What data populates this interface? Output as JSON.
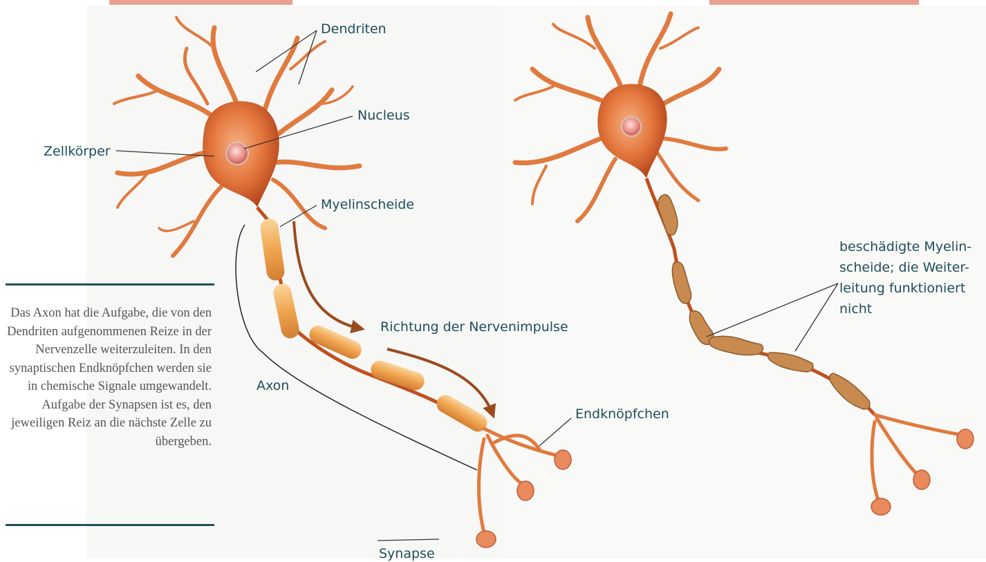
{
  "labels": {
    "dendriten": "Dendriten",
    "nucleus": "Nucleus",
    "zellkoerper": "Zellkörper",
    "myelinscheide": "Myelinscheide",
    "richtung": "Richtung der Nervenimpulse",
    "axon": "Axon",
    "endknoepfchen": "Endknöpfchen",
    "synapse": "Synapse",
    "damaged": "beschädigte Myelin-scheide; die Weiter-leitung funktioniert nicht"
  },
  "sidebar": {
    "text": "Das Axon hat die Aufgabe, die von den Dendriten aufgenommenen Reize in der Nervenzelle weiterzuleiten. In den synaptischen Endknöpfchen werden sie in chemische Signale umgewandelt. Aufgabe der Synapsen ist es, den jeweiligen Reiz an die nächste Zelle zu übergeben."
  },
  "colors": {
    "label": "#1f4e5a",
    "body_text": "#555555",
    "rule": "#1f4e5a",
    "tab": "#e8a190",
    "neuron": "#e07a3e",
    "neuron_dark": "#b4461c",
    "myelin": "#f3b260",
    "myelin_damaged": "#c88a4e",
    "arrow": "#9a4a1e"
  }
}
